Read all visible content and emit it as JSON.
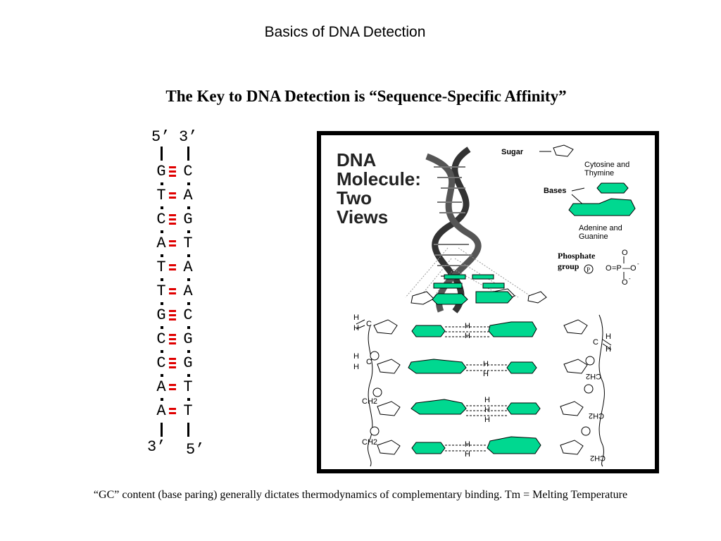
{
  "title": "Basics of DNA Detection",
  "subtitle": "The Key to DNA Detection is “Sequence-Specific Affinity”",
  "strand": {
    "left_top": "5’",
    "right_top": "3’",
    "left_bottom": "3’",
    "right_bottom": "5’",
    "pairs": [
      {
        "left": "G",
        "right": "C",
        "bonds": 3
      },
      {
        "left": "T",
        "right": "A",
        "bonds": 2
      },
      {
        "left": "C",
        "right": "G",
        "bonds": 3
      },
      {
        "left": "A",
        "right": "T",
        "bonds": 2
      },
      {
        "left": "T",
        "right": "A",
        "bonds": 2
      },
      {
        "left": "T",
        "right": "A",
        "bonds": 2
      },
      {
        "left": "G",
        "right": "C",
        "bonds": 3
      },
      {
        "left": "C",
        "right": "G",
        "bonds": 3
      },
      {
        "left": "C",
        "right": "G",
        "bonds": 3
      },
      {
        "left": "A",
        "right": "T",
        "bonds": 2
      },
      {
        "left": "A",
        "right": "T",
        "bonds": 2
      }
    ],
    "bond_color": "#e00000"
  },
  "figure": {
    "title_lines": [
      "DNA",
      "Molecule:",
      "Two",
      "Views"
    ],
    "sugar_label": "Sugar",
    "bases_label": "Bases",
    "pyrimidine_label_lines": [
      "Cytosine and",
      "Thymine"
    ],
    "purine_label_lines": [
      "Adenine and",
      "Guanine"
    ],
    "phosphate_label_lines": [
      "Phosphate",
      "group"
    ],
    "phosphate_symbol": "P",
    "base_color": "#00d890",
    "h_label": "H",
    "c_label": "C",
    "ch2_label": "CH2",
    "o_label": "O"
  },
  "caption": "“GC” content (base paring) generally dictates thermodynamics of complementary binding. Tm = Melting Temperature"
}
